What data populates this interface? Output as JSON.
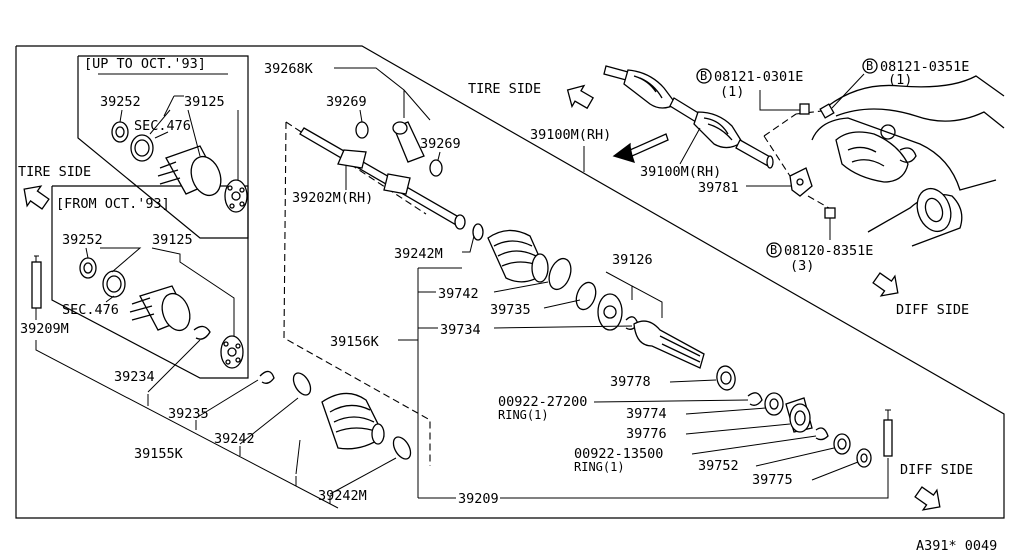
{
  "labels": {
    "up_to": "[UP TO OCT.'93]",
    "from": "[FROM OCT.'93]",
    "tire_side_left": "TIRE SIDE",
    "tire_side_top": "TIRE SIDE",
    "diff_side_right": "DIFF SIDE",
    "diff_side_bottom": "DIFF SIDE",
    "p39252a": "39252",
    "p39125a": "39125",
    "sec476a": "SEC.476",
    "p39252b": "39252",
    "p39125b": "39125",
    "sec476b": "SEC.476",
    "p39209m": "39209M",
    "p39234": "39234",
    "p39235": "39235",
    "p39242": "39242",
    "p39155k": "39155K",
    "p39242m_low": "39242M",
    "p39268k": "39268K",
    "p39269a": "39269",
    "p39269b": "39269",
    "p39202m": "39202M(RH)",
    "p39242m_mid": "39242M",
    "p39742": "39742",
    "p39735": "39735",
    "p39734": "39734",
    "p39156k": "39156K",
    "p39126": "39126",
    "p39100m_diag": "39100M(RH)",
    "p39100m_car": "39100M(RH)",
    "p39781": "39781",
    "p39778": "39778",
    "p00922_27200": "00922-27200",
    "ring1a": "RING(1)",
    "p39774": "39774",
    "p39776": "39776",
    "p00922_13500": "00922-13500",
    "ring1b": "RING(1)",
    "p39752": "39752",
    "p39775": "39775",
    "p39209": "39209",
    "bolt1": "08121-0301E",
    "bolt1_qty": "(1)",
    "bolt2": "08121-0351E",
    "bolt2_qty": "(1)",
    "bolt3": "08120-8351E",
    "bolt3_qty": "(3)",
    "circled_b": "B",
    "footer": "A391* 0049"
  }
}
